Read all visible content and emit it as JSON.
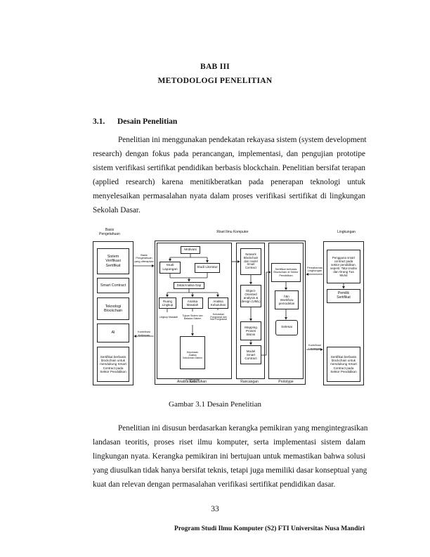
{
  "chapter": {
    "title": "BAB III",
    "subtitle": "METODOLOGI PENELITIAN"
  },
  "section": {
    "number": "3.1.",
    "title": "Desain Penelitian"
  },
  "paragraph1": [
    "Penelitian ini menggunakan pendekatan rekayasa sistem (system development",
    "research) dengan fokus pada perancangan, implementasi, dan pengujian prototipe",
    "sistem verifikasi sertifikat pendidikan berbasis blockchain. Penelitian bersifat terapan",
    "(applied research) karena menitikberatkan pada penerapan teknologi untuk",
    "menyelesaikan permasalahan nyata dalam proses verifikasi sertifikat di lingkungan",
    "Sekolah Dasar."
  ],
  "figure": {
    "caption": "Gambar 3.1 Desain Penelitian",
    "columns": {
      "basis": "Basis\nPengetahuan",
      "riset": "Riset Ilmu Komputer",
      "lingkungan": "Lingkungan"
    },
    "left_boxes": [
      "Sistem\nVerifikasi\nSertifikat",
      "Smart Contract",
      "Teknologi\nBlockchain",
      "AI"
    ],
    "left_bottom": "Sertifikat berbasis\nblockchain untuk\nmendukung Smart\nContract pada\nSektor Pendidikan",
    "left_arrow_top": "Basis\nPengetahuan\nyang diterapkan",
    "left_arrow_bottom": "Kontribusi\nKeilmuan",
    "analisa": {
      "motivasi": "Motivasi",
      "studi_lapangan": "Studi\nLapangan",
      "studi_literatur": "Studi Literatur",
      "gap": "Data/Analisa Gap",
      "ruang_lingkup": "Ruang\nLingkup",
      "analisa_masalah": "Analisa\nMasalah",
      "analisa_kebutuhan": "Analisa\nKebutuhan",
      "lingkup_masalah": "Lingkup Masalah",
      "tujuan": "Tujuan Sistem dan\nBatasan Sistem",
      "kebutuhan_fungsional": "Kebutuhan\nFungsional dan\nNon Fungsional",
      "keputusan": "Keputusan\nAnalisa\nKebutuhan Sistem",
      "ui": "UI Kebutuhan\nsistem"
    },
    "rancangan": {
      "network": "Network\nBlockchain\ndan model\nSmart\nContract",
      "ooa": "Object-\nOriented\nanalysis &\ndesign (UML)",
      "mapping": "Mapping\nProses\nBisnis",
      "model": "Model\nSmart\nContract"
    },
    "prototype": {
      "sertifikat": "Sertifikat berbasis\nBlockchain di Sektor\nPendidikan",
      "workflow": "h5n\nWorkflow\npemodelan",
      "selesai": "Selesai"
    },
    "phases": {
      "analisa": "Analisa Kebutuhan",
      "rancangan": "Rancangan",
      "prototype": "Prototype"
    },
    "right_arrow_top": "Pemahaman\nLingkungan",
    "right_arrow_bottom": "Kontribusi\nLapangan",
    "right_top": "Pengguna smart\ncontract pada\nsektor pendidikan,\nseperti: Tata Usaha\ndan Orang Tua\nMurid",
    "right_mid": "Pemilik\nSertifikat",
    "right_bottom": "Sertifikat berbasis\nblockchain untuk\nmendukung Smart\nContract pada\nSektor Pendidikan"
  },
  "paragraph2": [
    "Penelitian ini disusun berdasarkan kerangka pemikiran yang mengintegrasikan",
    "landasan teoritis, proses riset ilmu komputer, serta implementasi sistem dalam",
    "lingkungan nyata. Kerangka pemikiran ini bertujuan untuk memastikan bahwa solusi",
    "yang diusulkan tidak hanya bersifat teknis, tetapi juga memiliki dasar konseptual yang",
    "kuat dan relevan dengan permasalahan verifikasi sertifikat pendidikan dasar."
  ],
  "page_number": "33",
  "footer": "Program Studi Ilmu Komputer (S2) FTI Universitas Nusa Mandiri"
}
